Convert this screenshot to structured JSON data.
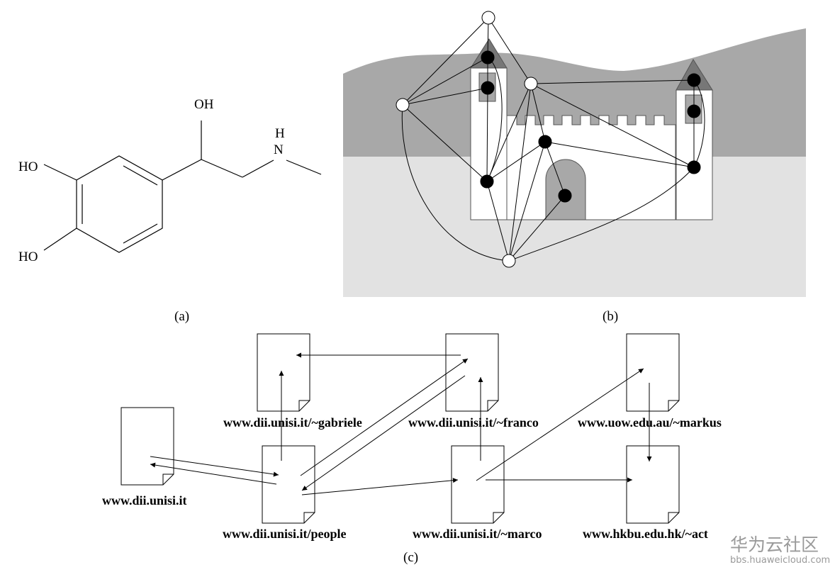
{
  "molecule": {
    "labels": {
      "oh_top": "OH",
      "h": "H",
      "n": "N",
      "ho_upper": "HO",
      "ho_lower": "HO"
    },
    "caption": "(a)"
  },
  "castle": {
    "caption": "(b)"
  },
  "web": {
    "caption": "(c)",
    "pages": {
      "gabriele": "www.dii.unisi.it/~gabriele",
      "franco": "www.dii.unisi.it/~franco",
      "markus": "www.uow.edu.au/~markus",
      "root": "www.dii.unisi.it",
      "people": "www.dii.unisi.it/people",
      "marco": "www.dii.unisi.it/~marco",
      "act": "www.hkbu.edu.hk/~act"
    }
  },
  "watermark": {
    "site_name": "华为云社区",
    "site_url": "bbs.huaweicloud.com"
  }
}
